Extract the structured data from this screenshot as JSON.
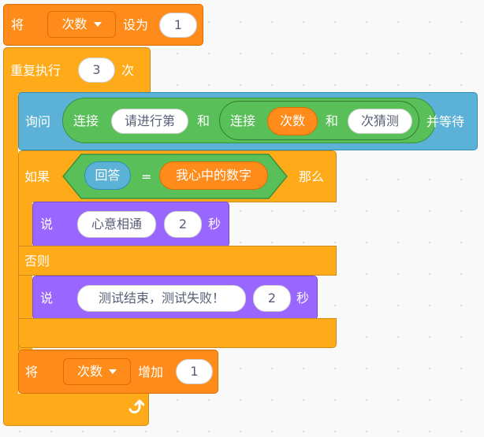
{
  "blocks": {
    "set_var": {
      "keyword": "将",
      "variable": "次数",
      "to_label": "设为",
      "value": "1"
    },
    "repeat": {
      "keyword": "重复执行",
      "count": "3",
      "suffix": "次"
    },
    "ask": {
      "keyword": "询问",
      "join_outer": {
        "keyword": "连接",
        "first": "请进行第",
        "and": "和"
      },
      "join_inner": {
        "keyword": "连接",
        "first_var": "次数",
        "and": "和",
        "second": "次猜测"
      },
      "suffix": "并等待"
    },
    "if_else": {
      "if_label": "如果",
      "condition": {
        "left": "回答",
        "operator": "=",
        "right": "我心中的数字"
      },
      "then_label": "那么",
      "else_label": "否则"
    },
    "say_correct": {
      "keyword": "说",
      "message": "心意相通",
      "seconds": "2",
      "unit": "秒"
    },
    "say_wrong": {
      "keyword": "说",
      "message": "测试结束，测试失败！",
      "seconds": "2",
      "unit": "秒"
    },
    "change_var": {
      "keyword": "将",
      "variable": "次数",
      "by_label": "增加",
      "value": "1"
    }
  },
  "icons": {
    "loop_arrow": "loop-arrow-icon",
    "dropdown": "caret-down-icon"
  },
  "colors": {
    "variables": "#FF8C1A",
    "control": "#FFAB19",
    "sensing": "#5CB1D6",
    "looks": "#9966FF",
    "operators": "#59C059",
    "canvas": "#F9F9F9"
  }
}
